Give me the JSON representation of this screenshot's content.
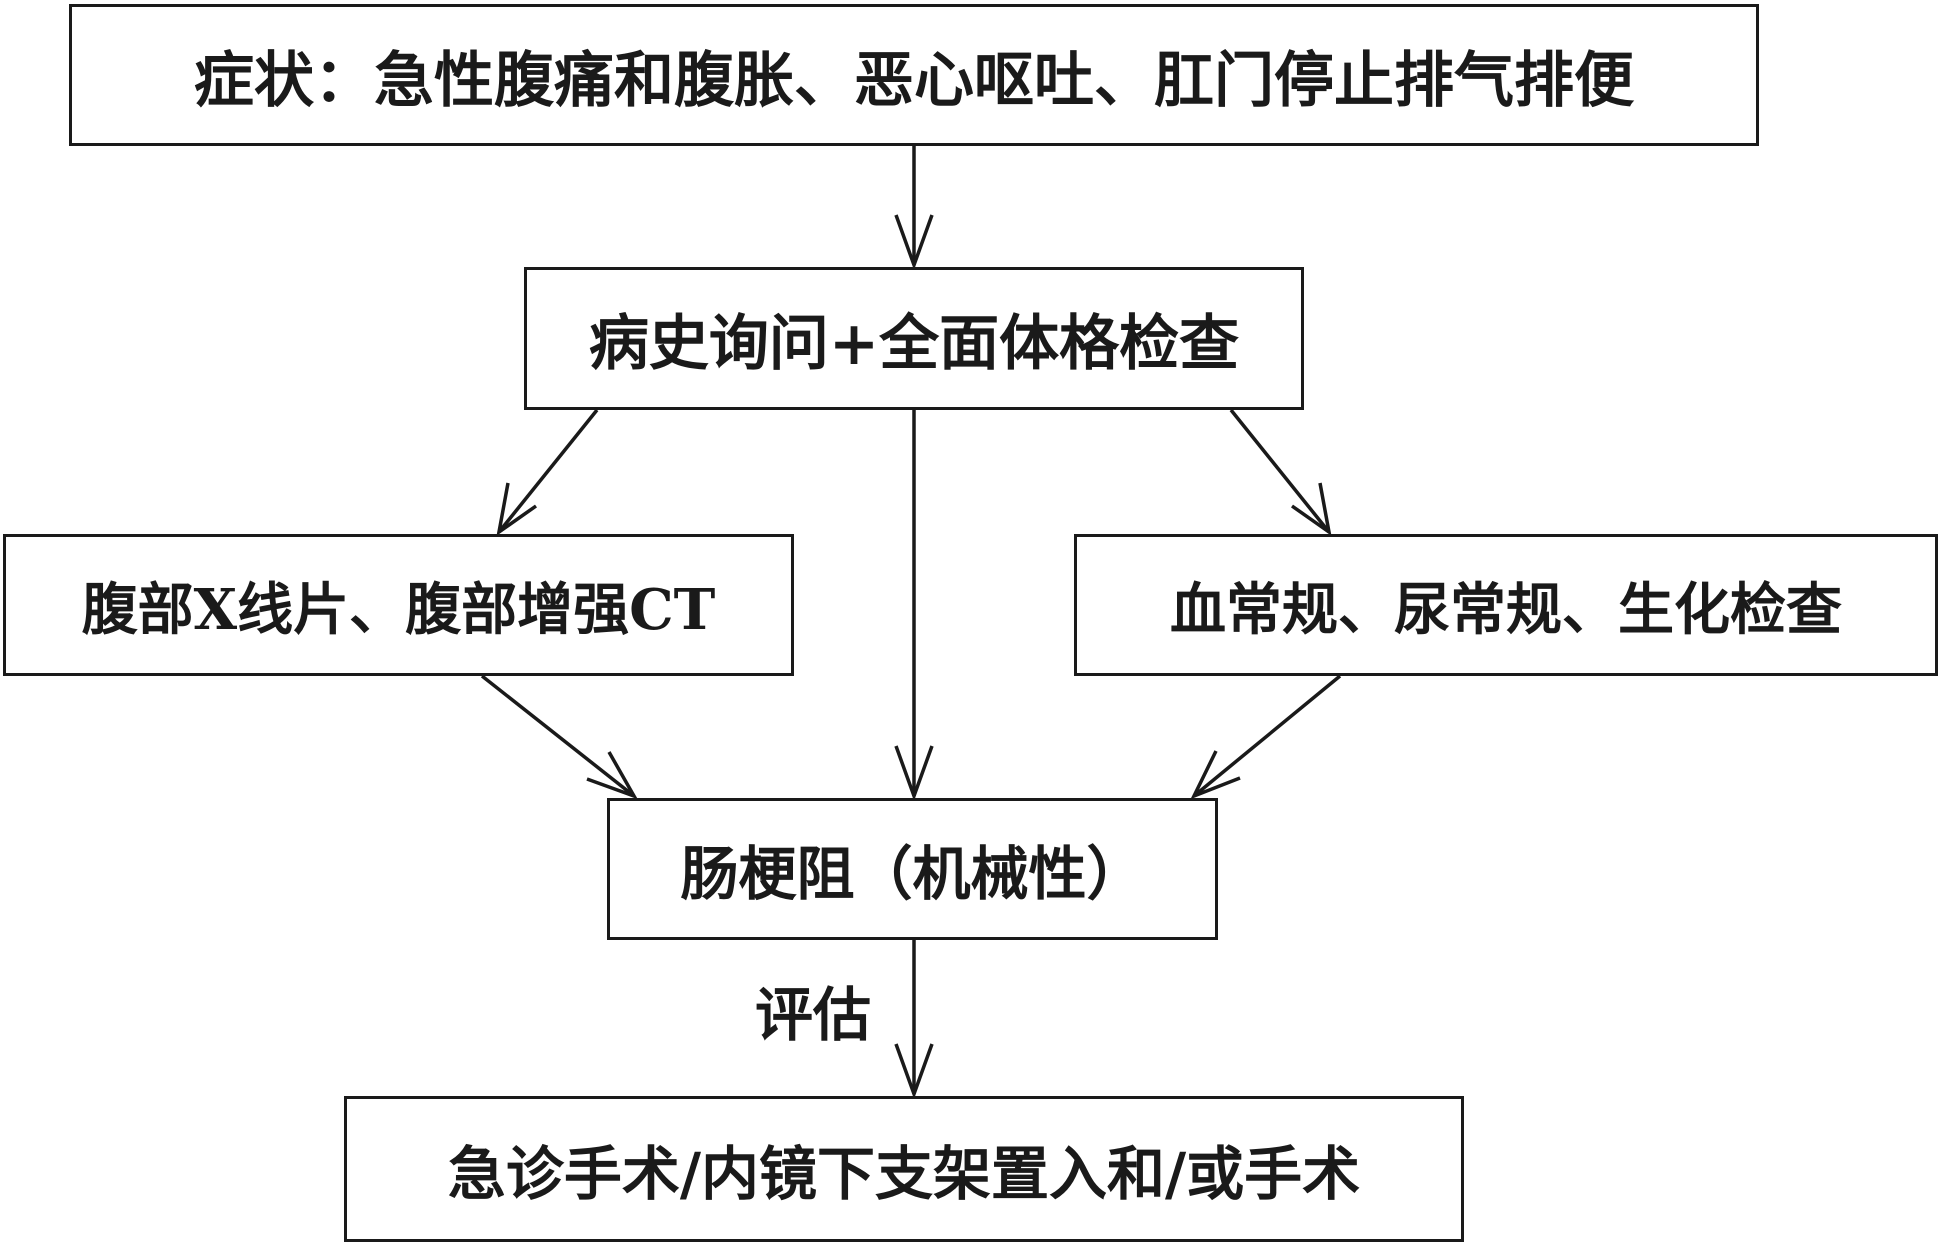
{
  "nodes": {
    "symptoms": "症状：急性腹痛和腹胀、恶心呕吐、肛门停止排气排便",
    "history_exam": "病史询问+全面体格检查",
    "imaging": "腹部X线片、腹部增强CT",
    "labs": "血常规、尿常规、生化检查",
    "diagnosis": "肠梗阻（机械性）",
    "treatment": "急诊手术/内镜下支架置入和/或手术"
  },
  "edge_labels": {
    "assess": "评估"
  }
}
